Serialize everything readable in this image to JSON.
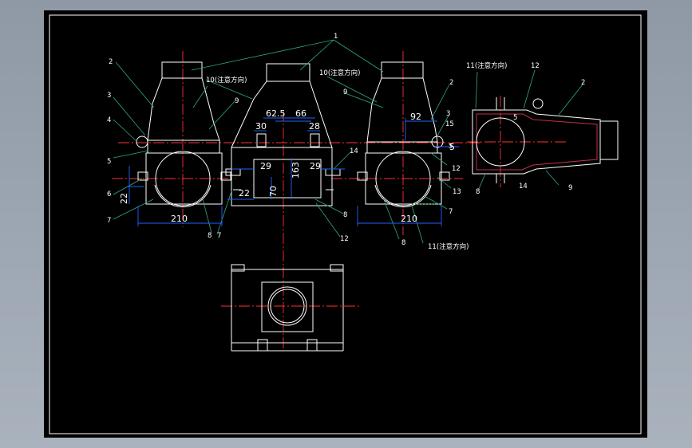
{
  "colors": {
    "background": "#99a3ae",
    "sheet": "#000000",
    "outline": "#ffffff",
    "centerline": "#ff3030",
    "dimension": "#1e64ff",
    "leader": "#2ea88a",
    "label": "#ffffff",
    "accent": "#c0304a",
    "hatch": "#33dd33"
  },
  "labels": {
    "l1": "1",
    "l2a": "2",
    "l2b": "2",
    "l2c": "2",
    "l3a": "3",
    "l3b": "3",
    "l4": "4",
    "l5a": "5",
    "l5b": "5",
    "l5c": "5",
    "l6": "6",
    "l7a": "7",
    "l7b": "7",
    "l7c": "7",
    "l8a": "8",
    "l8b": "8",
    "l8c": "8",
    "l9a": "9",
    "l9b": "9",
    "l9c": "9",
    "l10a": "10(注意方向)",
    "l10b": "10(注意方向)",
    "l11a": "11(注意方向)",
    "l11b": "11(注意方向)",
    "l12a": "12",
    "l12b": "12",
    "l12c": "12",
    "l13": "13",
    "l14a": "14",
    "l14b": "14",
    "l15": "15"
  },
  "dimensions": {
    "d625": "62.5",
    "d66": "66",
    "d30": "30",
    "d28": "28",
    "d92": "92",
    "d29a": "29",
    "d29b": "29",
    "d163": "163",
    "d22a": "22",
    "d22b": "22",
    "d70": "70",
    "d210a": "210",
    "d210b": "210",
    "d5": "5"
  }
}
